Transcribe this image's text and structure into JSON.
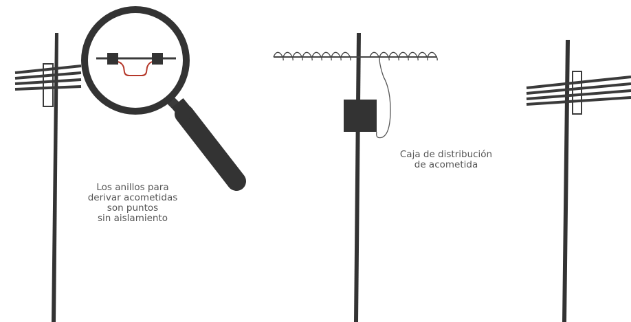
{
  "annotations": {
    "rings_note": {
      "lines": [
        "Los anillos para",
        "derivar acometidas",
        "son puntos",
        "sin aislamiento"
      ]
    },
    "box_note": {
      "lines": [
        "Caja de distribución",
        "de acometida"
      ]
    }
  },
  "colors": {
    "pole": "#333333",
    "wire": "#444444",
    "tap_wire": "#b5382a",
    "text": "#555555",
    "background": "#ffffff"
  }
}
